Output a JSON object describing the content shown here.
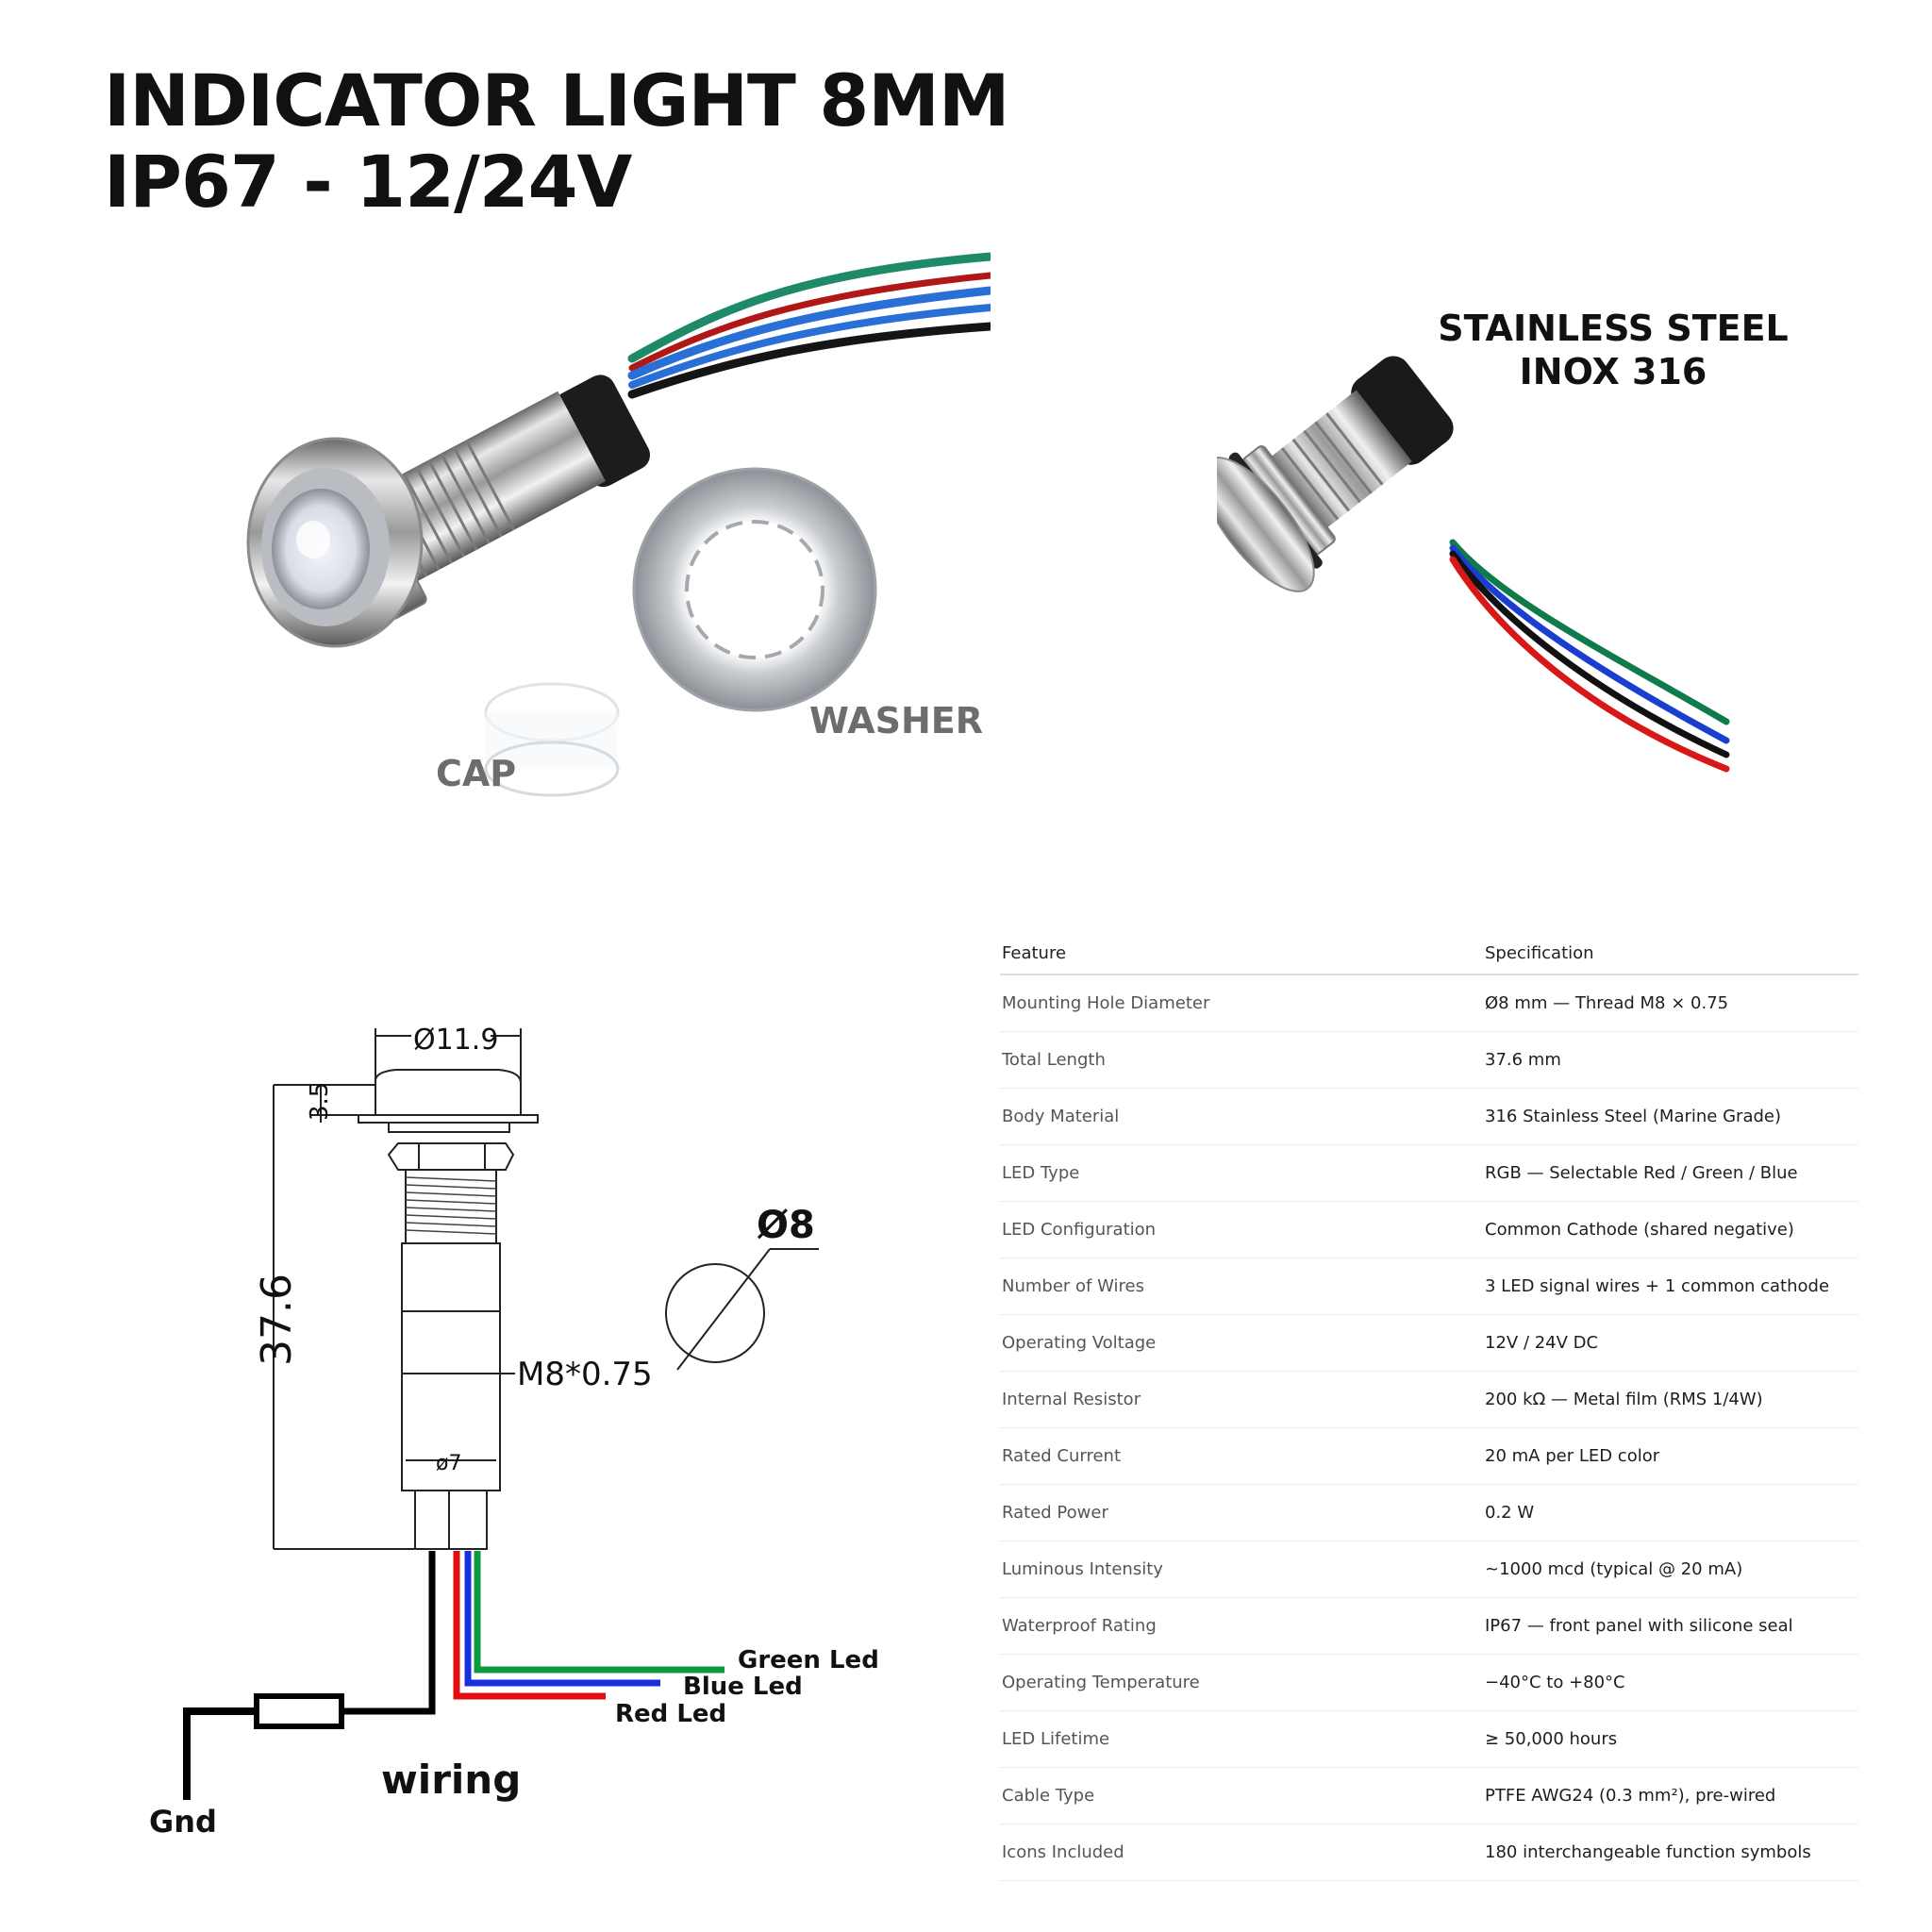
{
  "title": {
    "line1": "INDICATOR LIGHT 8MM",
    "line2": "IP67 - 12/24V"
  },
  "photo_captions": {
    "material_line1": "STAINLESS STEEL",
    "material_line2": "INOX 316",
    "washer": "WASHER",
    "cap": "CAP"
  },
  "drawing": {
    "head_diameter": "Ø11.9",
    "head_height": "3.5",
    "total_length": "37.6",
    "thread": "M8*0.75",
    "body_diameter": "ø7",
    "hole_diameter": "Ø8",
    "wiring_title": "wiring",
    "green_led": "Green Led",
    "blue_led": "Blue Led",
    "red_led": "Red Led",
    "gnd": "Gnd"
  },
  "colors": {
    "green_wire": "#0c9a3c",
    "blue_wire": "#1a2fe0",
    "red_wire": "#e01010",
    "black_wire": "#000000"
  },
  "spec_table": {
    "headers": [
      "Feature",
      "Specification"
    ],
    "rows": [
      [
        "Mounting Hole Diameter",
        "Ø8 mm — Thread M8 × 0.75"
      ],
      [
        "Total Length",
        "37.6 mm"
      ],
      [
        "Body Material",
        "316 Stainless Steel (Marine Grade)"
      ],
      [
        "LED Type",
        "RGB — Selectable Red / Green / Blue"
      ],
      [
        "LED Configuration",
        "Common Cathode (shared negative)"
      ],
      [
        "Number of Wires",
        "3 LED signal wires + 1 common cathode"
      ],
      [
        "Operating Voltage",
        "12V / 24V DC"
      ],
      [
        "Internal Resistor",
        "200 kΩ — Metal film (RMS 1/4W)"
      ],
      [
        "Rated Current",
        "20 mA per LED color"
      ],
      [
        "Rated Power",
        "0.2 W"
      ],
      [
        "Luminous Intensity",
        "~1000 mcd (typical @ 20 mA)"
      ],
      [
        "Waterproof Rating",
        "IP67 — front panel with silicone seal"
      ],
      [
        "Operating Temperature",
        "−40°C to +80°C"
      ],
      [
        "LED Lifetime",
        "≥ 50,000 hours"
      ],
      [
        "Cable Type",
        "PTFE AWG24 (0.3 mm²), pre-wired"
      ],
      [
        "Icons Included",
        "180 interchangeable function symbols"
      ]
    ]
  }
}
